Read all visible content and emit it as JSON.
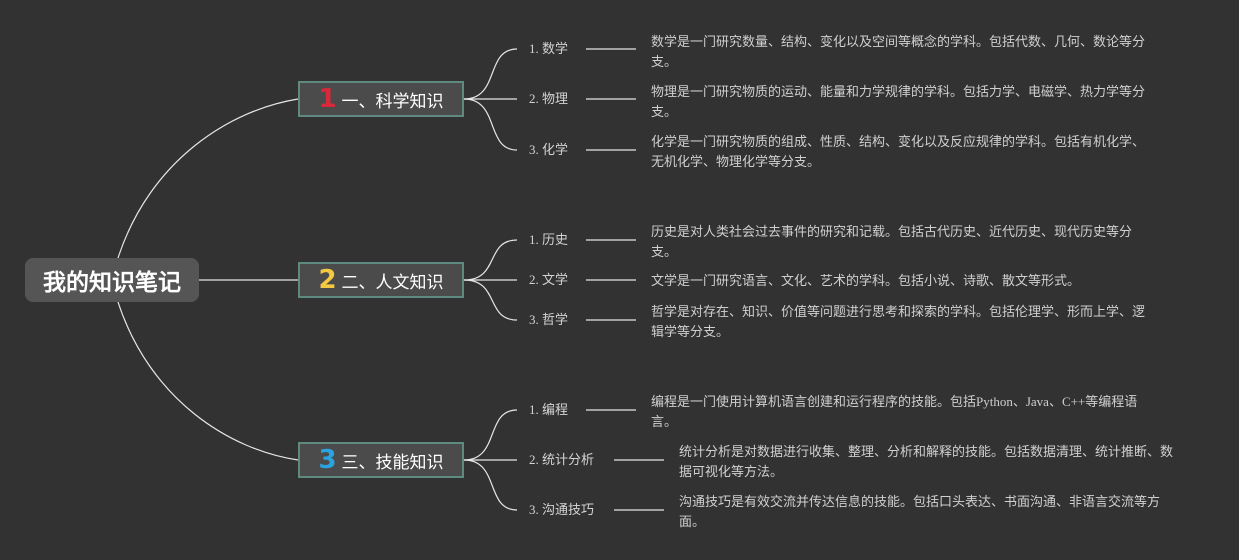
{
  "root": {
    "label": "我的知识笔记"
  },
  "branches": [
    {
      "number": "1",
      "number_color": "#d9283a",
      "label": "一、科学知识",
      "children": [
        {
          "label": "1. 数学",
          "description": "数学是一门研究数量、结构、变化以及空间等概念的学科。包括代数、几何、数论等分支。"
        },
        {
          "label": "2. 物理",
          "description": "物理是一门研究物质的运动、能量和力学规律的学科。包括力学、电磁学、热力学等分支。"
        },
        {
          "label": "3. 化学",
          "description": "化学是一门研究物质的组成、性质、结构、变化以及反应规律的学科。包括有机化学、无机化学、物理化学等分支。"
        }
      ]
    },
    {
      "number": "2",
      "number_color": "#f5c842",
      "label": "二、人文知识",
      "children": [
        {
          "label": "1. 历史",
          "description": "历史是对人类社会过去事件的研究和记载。包括古代历史、近代历史、现代历史等分支。"
        },
        {
          "label": "2. 文学",
          "description": "文学是一门研究语言、文化、艺术的学科。包括小说、诗歌、散文等形式。"
        },
        {
          "label": "3. 哲学",
          "description": "哲学是对存在、知识、价值等问题进行思考和探索的学科。包括伦理学、形而上学、逻辑学等分支。"
        }
      ]
    },
    {
      "number": "3",
      "number_color": "#2aa3e0",
      "label": "三、技能知识",
      "children": [
        {
          "label": "1. 编程",
          "description": "编程是一门使用计算机语言创建和运行程序的技能。包括Python、Java、C++等编程语言。"
        },
        {
          "label": "2. 统计分析",
          "description": "统计分析是对数据进行收集、整理、分析和解释的技能。包括数据清理、统计推断、数据可视化等方法。"
        },
        {
          "label": "3. 沟通技巧",
          "description": "沟通技巧是有效交流并传达信息的技能。包括口头表达、书面沟通、非语言交流等方面。"
        }
      ]
    }
  ],
  "colors": {
    "background": "#323232",
    "line": "#e6e6e6",
    "branch_border": "#5e8a7f"
  }
}
